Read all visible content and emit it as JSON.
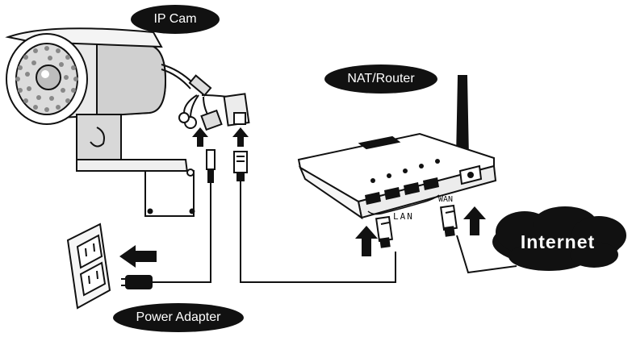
{
  "labels": {
    "ip_cam": "IP Cam",
    "router": "NAT/Router",
    "internet": "Internet",
    "power_adapter": "Power Adapter",
    "lan": "LAN",
    "wan": "WAN"
  },
  "colors": {
    "ink": "#111111",
    "background": "#ffffff"
  }
}
